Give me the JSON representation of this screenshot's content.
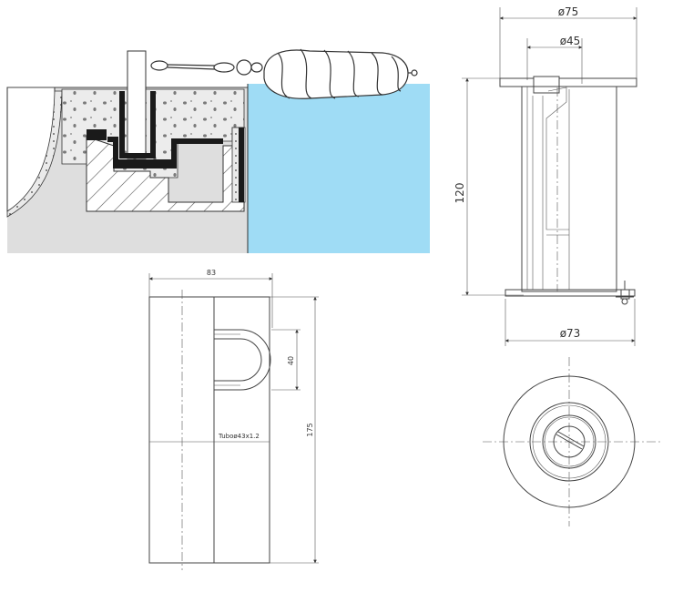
{
  "section_view": {
    "water_color": "#9fdcf5",
    "concrete_color": "#e6e6e6",
    "ground_color": "#dedede"
  },
  "side_view": {
    "dim_top_outer": "ø75",
    "dim_top_inner": "ø45",
    "dim_height": "120",
    "dim_bottom": "ø73"
  },
  "tube_view": {
    "dim_width": "83",
    "dim_loop": "40",
    "dim_height": "175",
    "tube_label": "Tuboø43x1.2"
  }
}
